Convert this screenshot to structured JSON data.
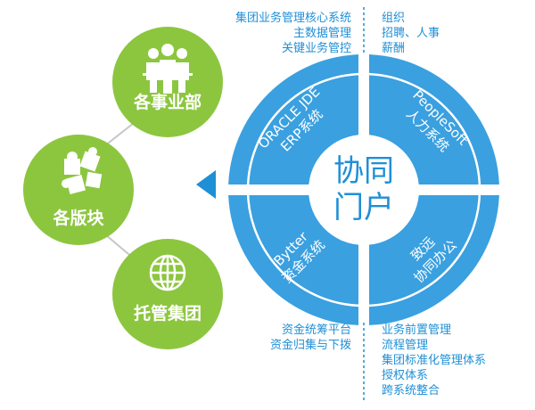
{
  "colors": {
    "green": "#8cc63f",
    "green_light": "#a3d45a",
    "blue": "#3aa0e0",
    "blue_dark": "#1f8fd6",
    "connector": "#c6c6c6"
  },
  "left_nodes": [
    {
      "label": "各事业部",
      "icon": "people-icon"
    },
    {
      "label": "各版块",
      "icon": "puzzle-icon"
    },
    {
      "label": "托管集团",
      "icon": "globe-icon"
    }
  ],
  "center": {
    "line1": "协同",
    "line2": "门户"
  },
  "quadrants": {
    "top_left": {
      "line1": "ORACLE JDE",
      "line2": "ERP系统"
    },
    "top_right": {
      "line1": "PeopleSoft",
      "line2": "人力系统"
    },
    "bottom_left": {
      "line1": "Bytter",
      "line2": "资金系统"
    },
    "bottom_right": {
      "line1": "致远",
      "line2": "协同办公"
    }
  },
  "annotations": {
    "top_left": [
      "集团业务管理核心系统",
      "主数据管理",
      "关键业务管控"
    ],
    "top_right": [
      "组织",
      "招聘、人事",
      "薪酬"
    ],
    "bottom_left": [
      "资金统筹平台",
      "资金归集与下拨"
    ],
    "bottom_right": [
      "业务前置管理",
      "流程管理",
      "集团标准化管理体系",
      "授权体系",
      "跨系统整合"
    ]
  }
}
